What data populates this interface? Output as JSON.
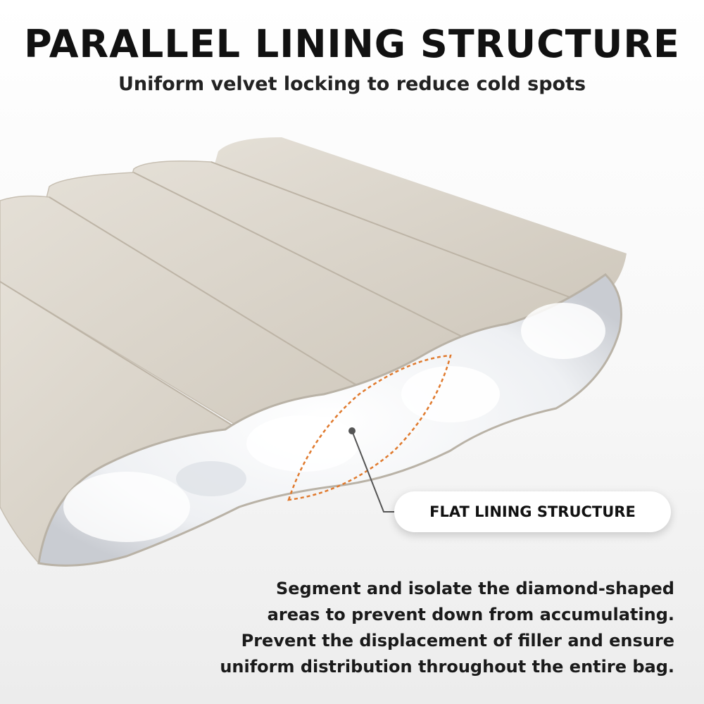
{
  "header": {
    "title": "PARALLEL LINING STRUCTURE",
    "subtitle": "Uniform velvet locking to reduce cold spots"
  },
  "illustration": {
    "depicts": "quilted-down-panel",
    "fabric_color": "#d9d3c9",
    "down_color": "#f4f5f7",
    "highlight_color": "#e07a2e"
  },
  "callout": {
    "label": "FLAT LINING STRUCTURE"
  },
  "description": {
    "lines": [
      "Segment and isolate the diamond-shaped",
      "areas to prevent down from accumulating.",
      "Prevent the displacement of filler and ensure",
      "uniform distribution throughout the entire bag."
    ]
  }
}
